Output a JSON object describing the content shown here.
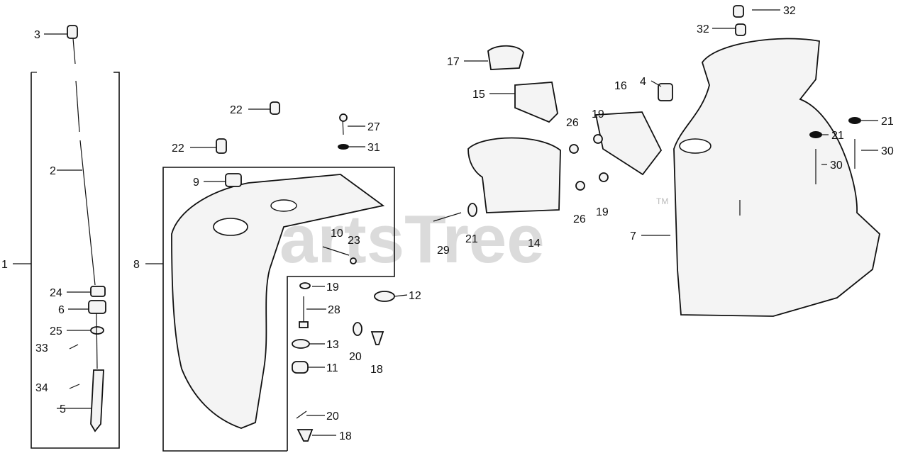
{
  "watermark": {
    "text": "PartsTree",
    "tm": "TM"
  },
  "callouts": {
    "c1": "1",
    "c2": "2",
    "c3": "3",
    "c4": "4",
    "c5": "5",
    "c6": "6",
    "c7": "7",
    "c8": "8",
    "c9": "9",
    "c10": "10",
    "c11": "11",
    "c12": "12",
    "c13": "13",
    "c14": "14",
    "c15": "15",
    "c16": "16",
    "c17": "17",
    "c18a": "18",
    "c18b": "18",
    "c19a": "19",
    "c19b": "19",
    "c19c": "19",
    "c20a": "20",
    "c20b": "20",
    "c21a": "21",
    "c21b": "21",
    "c21c": "21",
    "c22a": "22",
    "c22b": "22",
    "c23": "23",
    "c24": "24",
    "c25": "25",
    "c26a": "26",
    "c26b": "26",
    "c27": "27",
    "c28": "28",
    "c29": "29",
    "c30a": "30",
    "c30b": "30",
    "c31": "31",
    "c32a": "32",
    "c32b": "32",
    "c33": "33",
    "c34": "34"
  }
}
